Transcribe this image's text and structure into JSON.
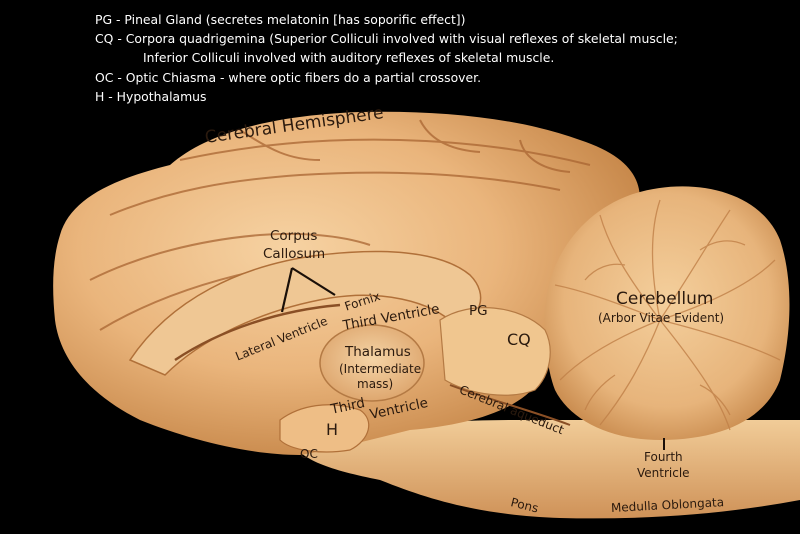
{
  "legend": {
    "pg": "PG - Pineal Gland (secretes melatonin  [has soporific effect])",
    "cq_line1": "CQ - Corpora quadrigemina (Superior Colliculi involved with visual reflexes of skeletal muscle;",
    "cq_line2": "Inferior Colliculi involved with auditory reflexes of skeletal muscle.",
    "oc": "OC - Optic Chiasma - where optic fibers do a partial crossover.",
    "h": "H  - Hypothalamus"
  },
  "labels": {
    "cerebral_hemisphere": "Cerebral Hemisphere",
    "corpus_callosum_1": "Corpus",
    "corpus_callosum_2": "Callosum",
    "fornix": "Fornix",
    "lateral_ventricle": "Lateral Ventricle",
    "third_ventricle_upper": "Third Ventricle",
    "pg": "PG",
    "cq": "CQ",
    "thalamus": "Thalamus",
    "thalamus_note_1": "(Intermediate",
    "thalamus_note_2": "mass)",
    "third_lower": "Third",
    "ventricle_lower": "Ventricle",
    "h": "H",
    "oc": "OC",
    "cerebral_aqueduct": "Cerebral aqueduct",
    "cerebellum": "Cerebellum",
    "arbor_vitae": "(Arbor Vitae Evident)",
    "fourth_ventricle_1": "Fourth",
    "fourth_ventricle_2": "Ventricle",
    "pons": "Pons",
    "medulla": "Medulla Oblongata"
  },
  "colors": {
    "background": "#000000",
    "tissue_light": "#f2c893",
    "tissue_mid": "#e3a66a",
    "tissue_dark": "#b9773f",
    "sulcus": "#7a4520",
    "label_text": "#2b1a0e",
    "legend_text": "#ffffff"
  }
}
